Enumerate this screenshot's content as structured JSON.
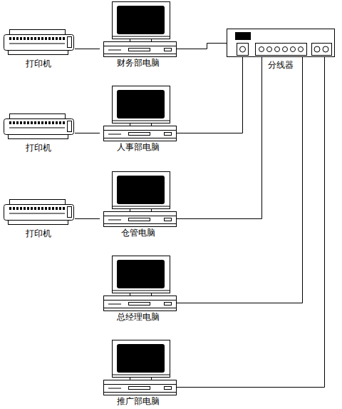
{
  "diagram": {
    "nodes": [
      {
        "text": [
          "打印机"
        ]
      },
      {
        "text": [
          "财务部电脑"
        ]
      },
      {
        "text": [
          "分线器"
        ]
      },
      {
        "text": [
          "打印机"
        ]
      },
      {
        "text": [
          "人事部电脑"
        ]
      },
      {
        "text": [
          "打印机"
        ]
      },
      {
        "text": [
          "仓管电脑"
        ]
      },
      {
        "text": [
          "总经理电脑"
        ]
      },
      {
        "text": [
          "推广部电脑"
        ]
      }
    ],
    "edges": [
      {
        "from": 0,
        "to": 1,
        "arrow": "none"
      },
      {
        "from": 1,
        "to": 2,
        "arrow": "none"
      },
      {
        "from": 3,
        "to": 4,
        "arrow": "none"
      },
      {
        "from": 4,
        "to": 2,
        "arrow": "none"
      },
      {
        "from": 5,
        "to": 6,
        "arrow": "none"
      },
      {
        "from": 6,
        "to": 2,
        "arrow": "none"
      },
      {
        "from": 7,
        "to": 2,
        "arrow": "none"
      },
      {
        "from": 8,
        "to": 2,
        "arrow": "none"
      }
    ]
  }
}
